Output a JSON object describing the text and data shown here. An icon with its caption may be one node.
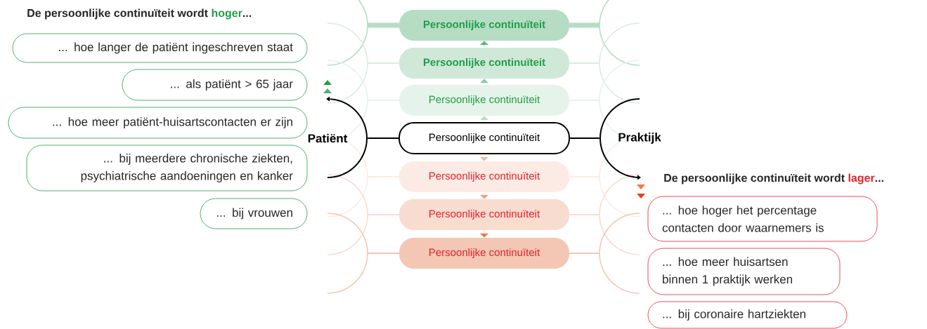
{
  "diagram": {
    "nodes": [
      {
        "text": [
          "... hoe langer de patiënt ingeschreven staat"
        ]
      },
      {
        "text": [
          "... als patiënt > 65 jaar"
        ]
      },
      {
        "text": [
          "... hoe meer patiënt-huisartscontacten er zijn"
        ]
      },
      {
        "text": [
          "... bij meerdere chronische ziekten, psychiatrische aandoeningen en kanker"
        ]
      },
      {
        "text": [
          "... bij vrouwen"
        ]
      },
      {
        "text": [
          "Persoonlijke continuïteit"
        ]
      },
      {
        "text": [
          "Persoonlijke continuïteit"
        ]
      },
      {
        "text": [
          "Persoonlijke continuïteit"
        ]
      },
      {
        "text": [
          "Patiënt"
        ]
      },
      {
        "text": [
          "Persoonlijke continuïteit"
        ]
      },
      {
        "text": [
          "Praktijk"
        ]
      },
      {
        "text": [
          "Persoonlijke continuïteit"
        ]
      },
      {
        "text": [
          "Persoonlijke continuïteit"
        ]
      },
      {
        "text": [
          "Persoonlijke continuïteit"
        ]
      },
      {
        "text": [
          "... hoe hoger het percentage contacten door waarnemers is"
        ]
      },
      {
        "text": [
          "... hoe meer huisartsen binnen 1 praktijk werken"
        ]
      },
      {
        "text": [
          "... bij coronaire hartziekten"
        ]
      }
    ],
    "edges": [
      {
        "from": 8,
        "to": 9,
        "arrow": "none"
      },
      {
        "from": 9,
        "to": 10,
        "arrow": "none"
      },
      {
        "from": 6,
        "to": 5,
        "arrow": "to",
        "color": "#5cb87a"
      },
      {
        "from": 7,
        "to": 6,
        "arrow": "to",
        "color": "#86cc9d"
      },
      {
        "from": 9,
        "to": 7,
        "arrow": "to",
        "color": "#b5dfc2"
      },
      {
        "from": 9,
        "to": 11,
        "arrow": "to",
        "color": "#f2b9a0"
      },
      {
        "from": 11,
        "to": 12,
        "arrow": "to",
        "color": "#e9a07f"
      },
      {
        "from": 12,
        "to": 13,
        "arrow": "to",
        "color": "#df7c54"
      }
    ],
    "labels": [
      "De persoonlijke continuïteit wordt",
      "hoger",
      "...",
      "De persoonlijke continuïteit wordt",
      "lager",
      "..."
    ]
  }
}
